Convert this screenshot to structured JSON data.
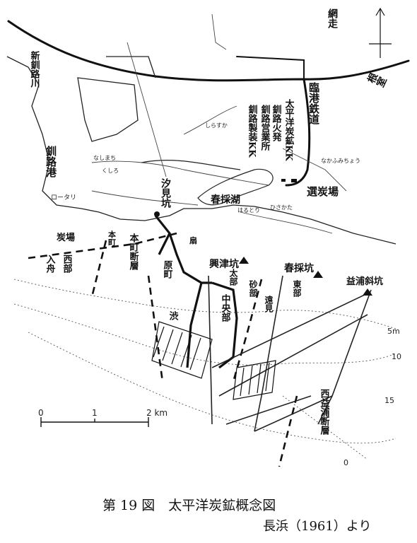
{
  "labels": {
    "abashiri": "網走",
    "nemuro": "根室",
    "kushiro_river": "新釧路川",
    "kushiro_port": "釧路港",
    "rinko_tetsudo": "臨港鉄道",
    "kushiro_eigyosho": "釧路営業所",
    "kushiro_hatsuden": "釧路火発",
    "kushiro_seiso": "釧路製装KK",
    "taiheiyo_kaihatsu": "太平洋炭鉱KK",
    "harutori_lake": "春採湖",
    "sentanjo": "選炭場",
    "harutori_pit": "春採坑",
    "shiomi_pit": "汐見坑",
    "koyo_pit": "興津坑",
    "betsuho_slope": "益浦斜坑",
    "nishi_dan": "西益浦断層",
    "honmachi_dan": "本町断層",
    "chuo_bu": "中央部",
    "tobu": "東部",
    "ogi_bu": "太部",
    "sakae_bu": "砂部",
    "ishi_kabe": "遠見",
    "ogigo": "扇",
    "honcho": "本町",
    "haramachi": "原町",
    "tanji": "渋",
    "tanjo": "炭場",
    "nishi_bu": "西部",
    "irifune": "入舟",
    "rotari": "ロータリ",
    "harutori_station": "はるとり",
    "shirasuka": "しらすか",
    "small_kushiro": "くしろ",
    "nakagumi": "なかふみちょう",
    "hisakata": "ひさかた",
    "nashi_label": "なしまち"
  },
  "scale": {
    "ticks": [
      "0",
      "1",
      "2 km"
    ]
  },
  "contours": [
    "5m",
    "10",
    "15",
    "0"
  ],
  "caption": {
    "title": "第 19 図　太平洋炭鉱概念図",
    "source": "長浜（1961）より"
  }
}
